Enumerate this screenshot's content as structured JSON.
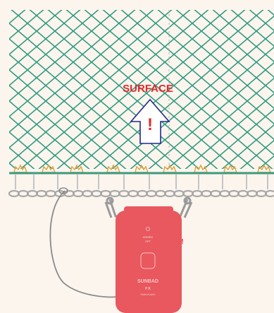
{
  "diagram": {
    "label": "SURFACE",
    "arrow_mark": "!",
    "beacon": {
      "brand": "SUNBAD",
      "model": "FX",
      "sub": "WaterDepth",
      "top_text_1": "ARMED",
      "top_text_2": "OFF"
    }
  },
  "colors": {
    "background": "#fbf5ee",
    "net": "#2f9a7f",
    "rope": "#3d9a7c",
    "floats": "#e0a13c",
    "chain": "#a8a8a8",
    "beacon": "#e8585e",
    "label": "#e32a2a",
    "arrow_outline": "#1f2a8c"
  },
  "icons": [
    "net-mesh",
    "float-icon",
    "up-arrow-icon",
    "chain-icon",
    "shackle-icon",
    "beacon-device"
  ]
}
